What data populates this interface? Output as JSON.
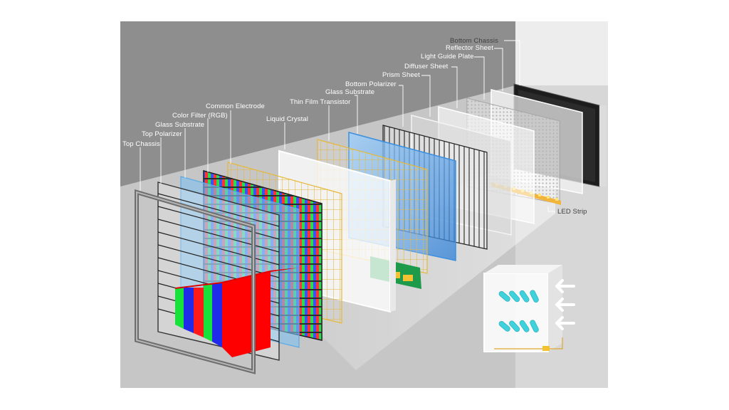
{
  "diagram": {
    "layers": {
      "top_chassis": "Top Chassis",
      "top_polarizer": "Top Polarizer",
      "glass_substrate_top": "Glass Substrate",
      "color_filter": "Color Filter (RGB)",
      "common_electrode": "Common Electrode",
      "liquid_crystal": "Liquid Crystal",
      "thin_film_transistor": "Thin Film Transistor",
      "glass_substrate_bottom": "Glass Substrate",
      "bottom_polarizer": "Bottom Polarizer",
      "prism_sheet": "Prism Sheet",
      "diffuser_sheet": "Diffuser Sheet",
      "light_guide_plate": "Light Guide Plate",
      "reflector_sheet": "Reflector Sheet",
      "bottom_chassis": "Bottom Chassis",
      "led_strip": "LED Strip"
    },
    "colors": {
      "red": "#ff0000",
      "green": "#18e23a",
      "blue": "#1f2be8",
      "electrode_gold": "#e8c24a",
      "crystal_cyan": "#3fd2dc",
      "glass_blue": "#5aa9e6",
      "wall_dark": "#8d8d8d",
      "floor": "#c4c4c4"
    }
  }
}
